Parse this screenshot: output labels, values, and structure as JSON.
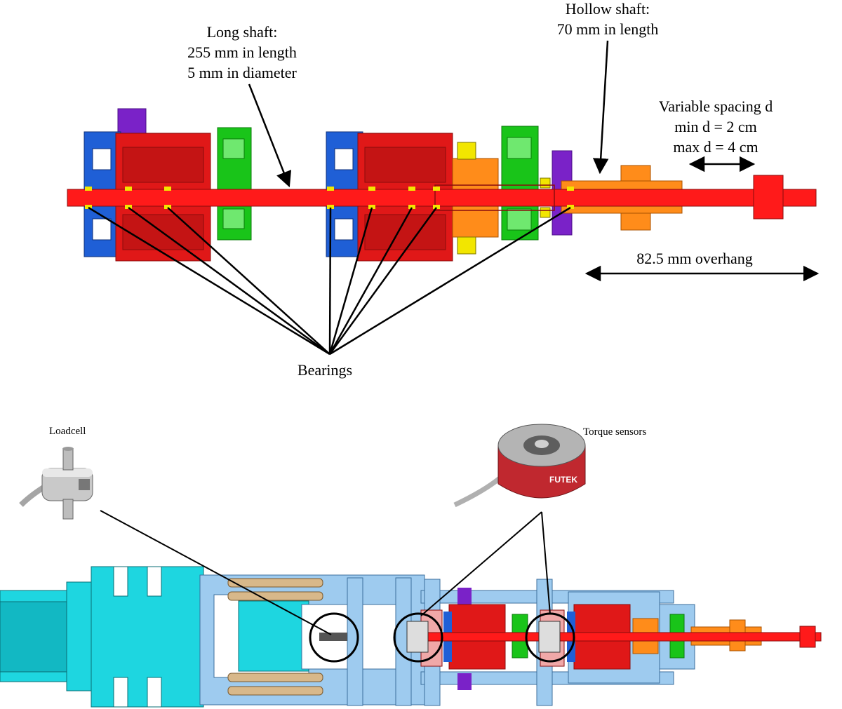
{
  "top_diagram": {
    "long_shaft": {
      "title": "Long shaft:",
      "length": "255 mm in length",
      "diameter": "5 mm in diameter"
    },
    "hollow_shaft": {
      "title": "Hollow shaft:",
      "length": "70 mm in length"
    },
    "variable_spacing": {
      "title": "Variable spacing d",
      "min": "min d = 2 cm",
      "max": "max d = 4 cm"
    },
    "overhang": "82.5 mm overhang",
    "bearings": "Bearings"
  },
  "bottom_diagram": {
    "loadcell": "Loadcell",
    "torque_sensors": "Torque sensors",
    "brand": "FUTEK"
  },
  "colors": {
    "shaft_red": "#ff1a1a",
    "housing_red": "#e01818",
    "bracket_blue": "#1f5fd6",
    "coupling_green": "#19c419",
    "motor_purple": "#7a22c8",
    "orange_part": "#ff8c1a",
    "bearing_yellow": "#f2e600",
    "frame_cyan": "#1ed6e0",
    "frame_lightblue": "#9ecbef",
    "tan_part": "#d8b88a"
  }
}
